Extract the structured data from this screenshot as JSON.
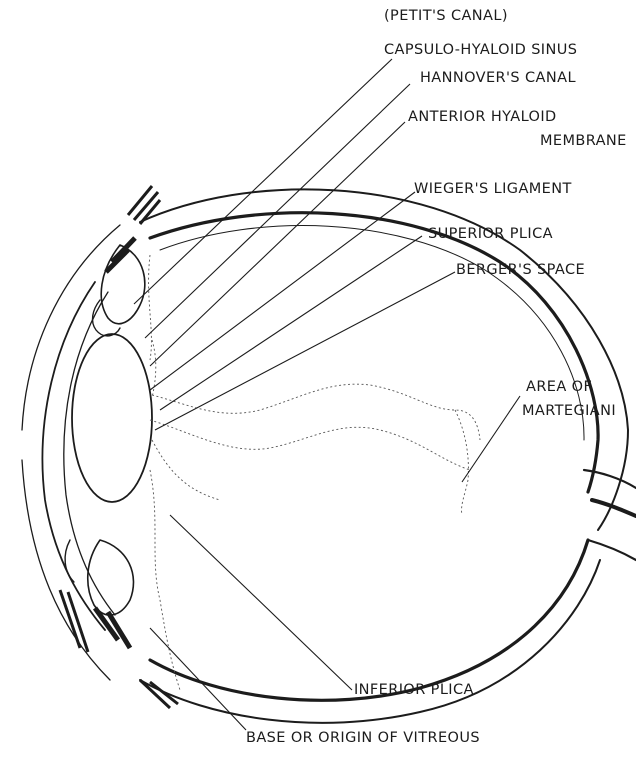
{
  "labels": {
    "petits_canal": "(PETIT'S CANAL)",
    "capsulo_hyaloid_sinus": "CAPSULO-HYALOID SINUS",
    "hannovers_canal": "HANNOVER'S CANAL",
    "anterior_hyaloid": "ANTERIOR HYALOID",
    "membrane": "MEMBRANE",
    "wiegers_ligament": "WIEGER'S LIGAMENT",
    "superior_plica": "SUPERIOR PLICA",
    "bergers_space": "BERGER'S SPACE",
    "area_of": "AREA OF",
    "martegiani": "MARTEGIANI",
    "inferior_plica": "INFERIOR PLICA",
    "base_of_vitreous": "BASE OR ORIGIN OF VITREOUS"
  }
}
